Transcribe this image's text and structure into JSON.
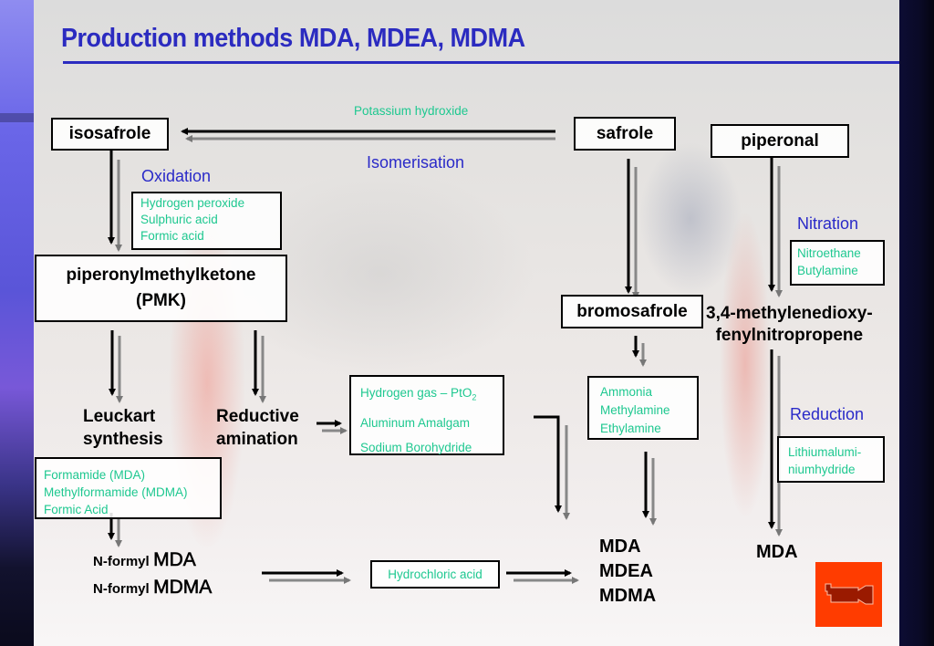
{
  "title": "Production methods MDA, MDEA, MDMA",
  "nodes": {
    "isosafrole": "isosafrole",
    "safrole": "safrole",
    "piperonal": "piperonal",
    "pmk_line1": "piperonylmethylketone",
    "pmk_line2": "(PMK)",
    "bromosafrole": "bromosafrole",
    "nitropropene_line1": "3,4-methylenedioxy-",
    "nitropropene_line2": "fenylnitropropene",
    "leuckart_line1": "Leuckart",
    "leuckart_line2": "synthesis",
    "reductive_line1": "Reductive",
    "reductive_line2": "amination",
    "nformyl_prefix": "N-formyl",
    "nformyl_mda": "MDA",
    "nformyl_mdma": "MDMA",
    "products": [
      "MDA",
      "MDEA",
      "MDMA"
    ],
    "product_mda_right": "MDA"
  },
  "steps": {
    "isomerisation": "Isomerisation",
    "oxidation": "Oxidation",
    "nitration": "Nitration",
    "reduction": "Reduction"
  },
  "reagents": {
    "potassium_hydroxide": "Potassium hydroxide",
    "oxidation": [
      "Hydrogen peroxide",
      "Sulphuric acid",
      "Formic acid"
    ],
    "nitration": [
      "Nitroethane",
      "Butylamine"
    ],
    "reductive_amination": [
      "Hydrogen gas – PtO",
      "Aluminum Amalgam",
      "Sodium Borohydride"
    ],
    "reductive_amination_subscript": "2",
    "bromosafrole_amination": [
      "Ammonia",
      "Methylamine",
      "Ethylamine"
    ],
    "reduction": [
      "Lithiumalumi-",
      "niumhydride"
    ],
    "leuckart": [
      "Formamide (MDA)",
      "Methylformamide (MDMA)",
      "Formic Acid"
    ],
    "hydrolysis": "Hydrochloric acid"
  },
  "colors": {
    "title": "#2b2bc0",
    "step_label": "#2a2ac8",
    "reagent": "#1ec890",
    "video_button": "#ff3c00",
    "video_icon": "#9a1a00"
  },
  "icons": {
    "video_button": "movie-camera-icon"
  }
}
